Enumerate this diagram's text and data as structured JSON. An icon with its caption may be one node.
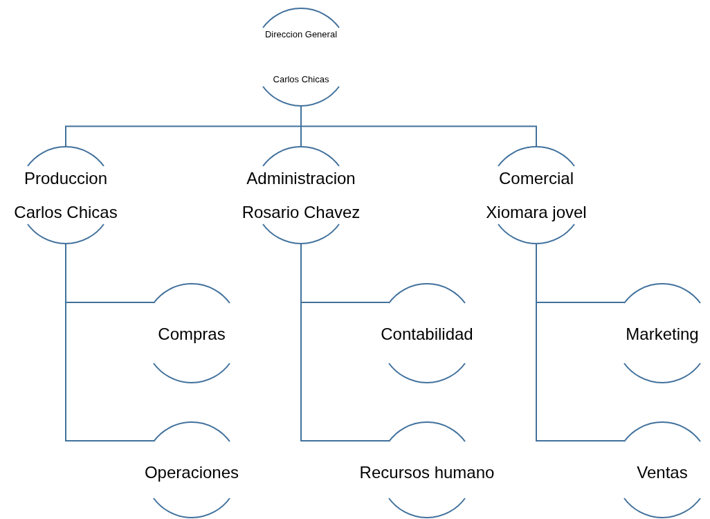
{
  "diagram": {
    "nodes": [
      {
        "text": [
          "Direccion General",
          "Carlos Chicas"
        ]
      },
      {
        "text": [
          "Produccion",
          "Carlos Chicas"
        ]
      },
      {
        "text": [
          "Administracion",
          "Rosario Chavez"
        ]
      },
      {
        "text": [
          "Comercial",
          "Xiomara jovel"
        ]
      },
      {
        "text": [
          "Compras"
        ]
      },
      {
        "text": [
          "Operaciones"
        ]
      },
      {
        "text": [
          "Contabilidad"
        ]
      },
      {
        "text": [
          "Recursos humano"
        ]
      },
      {
        "text": [
          "Marketing"
        ]
      },
      {
        "text": [
          "Ventas"
        ]
      }
    ],
    "edges": [
      {
        "from": 0,
        "to": 1,
        "arrow": "none"
      },
      {
        "from": 0,
        "to": 2,
        "arrow": "none"
      },
      {
        "from": 0,
        "to": 3,
        "arrow": "none"
      },
      {
        "from": 1,
        "to": 4,
        "arrow": "none"
      },
      {
        "from": 1,
        "to": 5,
        "arrow": "none"
      },
      {
        "from": 2,
        "to": 6,
        "arrow": "none"
      },
      {
        "from": 2,
        "to": 7,
        "arrow": "none"
      },
      {
        "from": 3,
        "to": 8,
        "arrow": "none"
      },
      {
        "from": 3,
        "to": 9,
        "arrow": "none"
      }
    ]
  }
}
